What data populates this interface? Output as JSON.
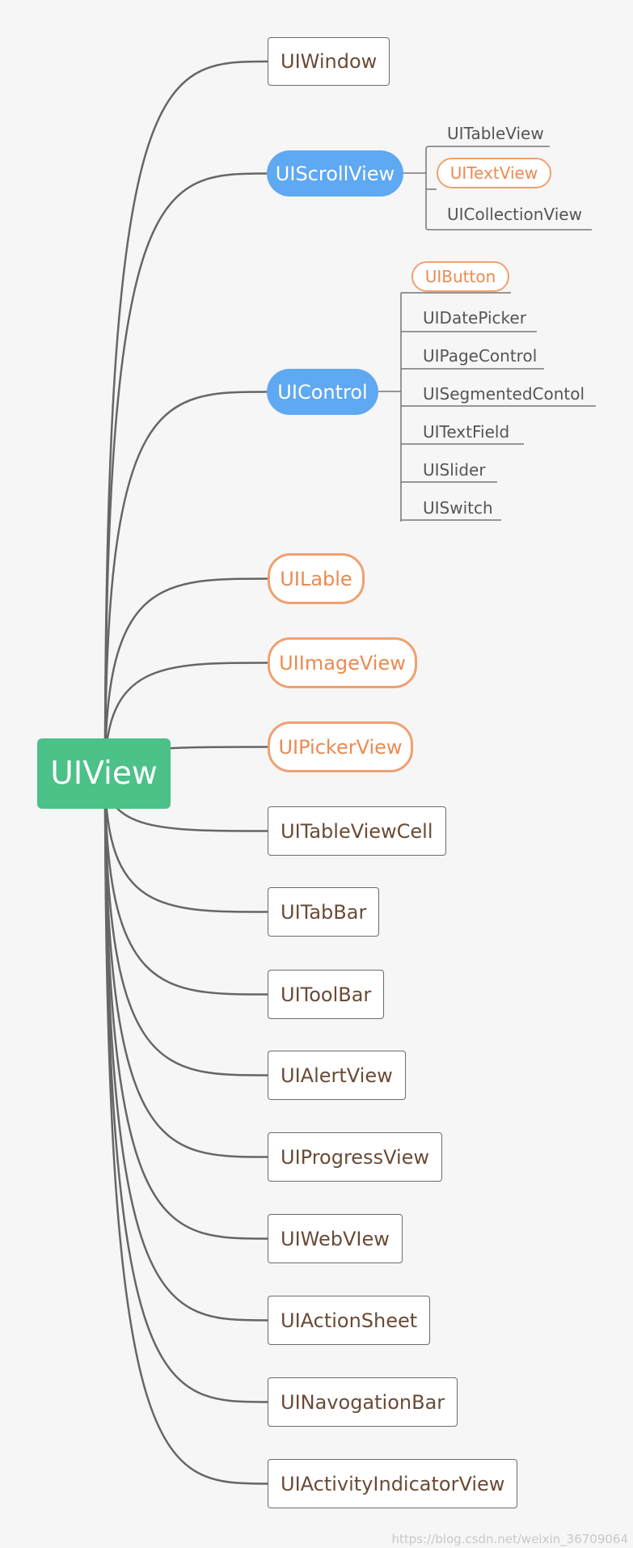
{
  "root": {
    "label": "UIView"
  },
  "nodes": {
    "uiwindow": "UIWindow",
    "uiscrollview": "UIScrollView",
    "uicontrol": "UIControl",
    "uilable": "UILable",
    "uiimageview": "UIImageView",
    "uipickerview": "UIPickerView",
    "uitableviewcell": "UITableViewCell",
    "uitabbar": "UITabBar",
    "uitoolbar": "UIToolBar",
    "uialertview": "UIAlertView",
    "uiprogressview": "UIProgressView",
    "uiwebview": "UIWebVIew",
    "uiactionsheet": "UIActionSheet",
    "uinavogationbar": "UINavogationBar",
    "uiactivityindicatorview": "UIActivityIndicatorView"
  },
  "scrollview_children": [
    "UITableView",
    "UITextView",
    "UICollectionView"
  ],
  "control_children": [
    "UIButton",
    "UIDatePicker",
    "UIPageControl",
    "UISegmentedContol",
    "UITextField",
    "UISlider",
    "UISwitch"
  ],
  "watermark": "https://blog.csdn.net/weixin_36709064",
  "colors": {
    "root": "#4cc188",
    "blue_pill": "#5fa8f2",
    "orange_accent": "#f0a070",
    "line": "#666666",
    "background": "#f6f6f6"
  }
}
